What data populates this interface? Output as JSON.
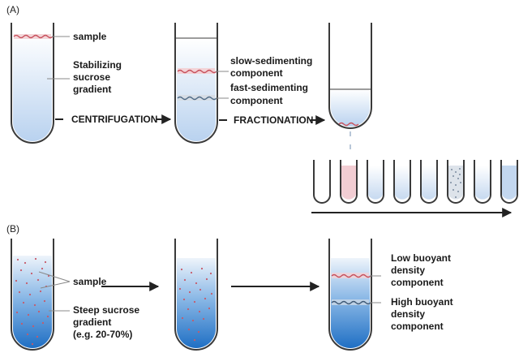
{
  "panel_a": {
    "label": "(A)",
    "sample": "sample",
    "gradient_lines": [
      "Stabilizing",
      "sucrose",
      "gradient"
    ],
    "slow_lines": [
      "slow-sedimenting",
      "component"
    ],
    "fast_lines": [
      "fast-sedimenting",
      "component"
    ],
    "step1": "CENTRIFUGATION",
    "step2": "FRACTIONATION"
  },
  "panel_b": {
    "label": "(B)",
    "sample": "sample",
    "gradient_lines": [
      "Steep sucrose",
      "gradient",
      "(e.g. 20-70%)"
    ],
    "low_lines": [
      "Low buoyant",
      "density",
      "component"
    ],
    "high_lines": [
      "High buoyant",
      "density",
      "component"
    ]
  },
  "colors": {
    "light_gradient": "#c9dcf2",
    "steep_gradient": "#2f7fd0",
    "sample_band": "#d9707a",
    "fast_band": "#6a7f95",
    "stroke": "#3a3a3a"
  }
}
